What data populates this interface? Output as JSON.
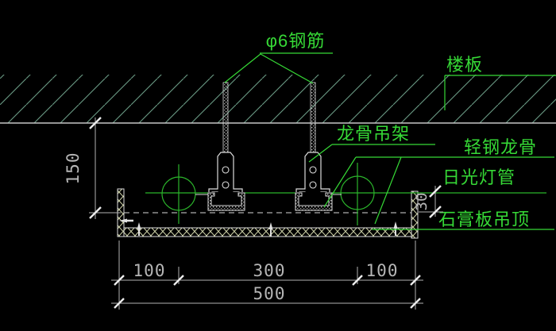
{
  "drawing": {
    "type": "CAD ceiling construction detail, cross-section",
    "labels": {
      "rebar": "φ6钢筋",
      "floor_slab": "楼板",
      "keel_hanger": "龙骨吊架",
      "light_steel_keel": "轻钢龙骨",
      "fluorescent_tube": "日光灯管",
      "gypsum_board_ceiling": "石膏板吊顶"
    },
    "dimensions": {
      "ceiling_drop": "150",
      "lamp_recess_depth": "30",
      "left_lamp_offset": "100",
      "lamp_spacing": "300",
      "right_lamp_offset": "100",
      "overall_width": "500"
    },
    "colors": {
      "background": "#000000",
      "label_green": "#36d936",
      "centerline_green": "#2bb52b",
      "slab_hatch_green": "#6b9c85",
      "structure_white": "#dcdcdc",
      "dimension_gray": "#b6b6b6",
      "tick_white": "#ededed",
      "board_hatch_khaki": "#d4d8ac"
    }
  }
}
